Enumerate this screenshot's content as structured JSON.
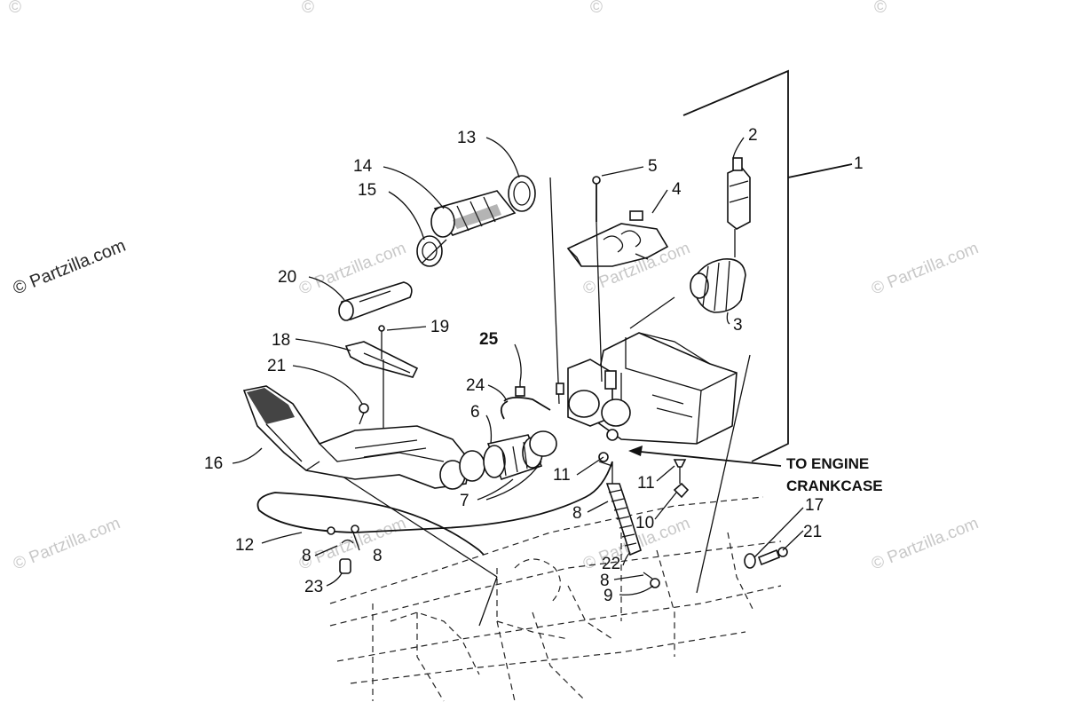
{
  "watermark": {
    "text": "© Partzilla.com",
    "corner_text": "©"
  },
  "callouts": {
    "c1": "1",
    "c2": "2",
    "c3": "3",
    "c4": "4",
    "c5": "5",
    "c6": "6",
    "c7": "7",
    "c8a": "8",
    "c8b": "8",
    "c8c": "8",
    "c8d": "8",
    "c9": "9",
    "c10": "10",
    "c11a": "11",
    "c11b": "11",
    "c12": "12",
    "c13": "13",
    "c14": "14",
    "c15": "15",
    "c16": "16",
    "c17": "17",
    "c18": "18",
    "c19": "19",
    "c20": "20",
    "c21a": "21",
    "c21b": "21",
    "c22": "22",
    "c23": "23",
    "c24": "24",
    "c25": "25"
  },
  "note": {
    "line1": "TO ENGINE",
    "line2": "CRANKCASE"
  }
}
